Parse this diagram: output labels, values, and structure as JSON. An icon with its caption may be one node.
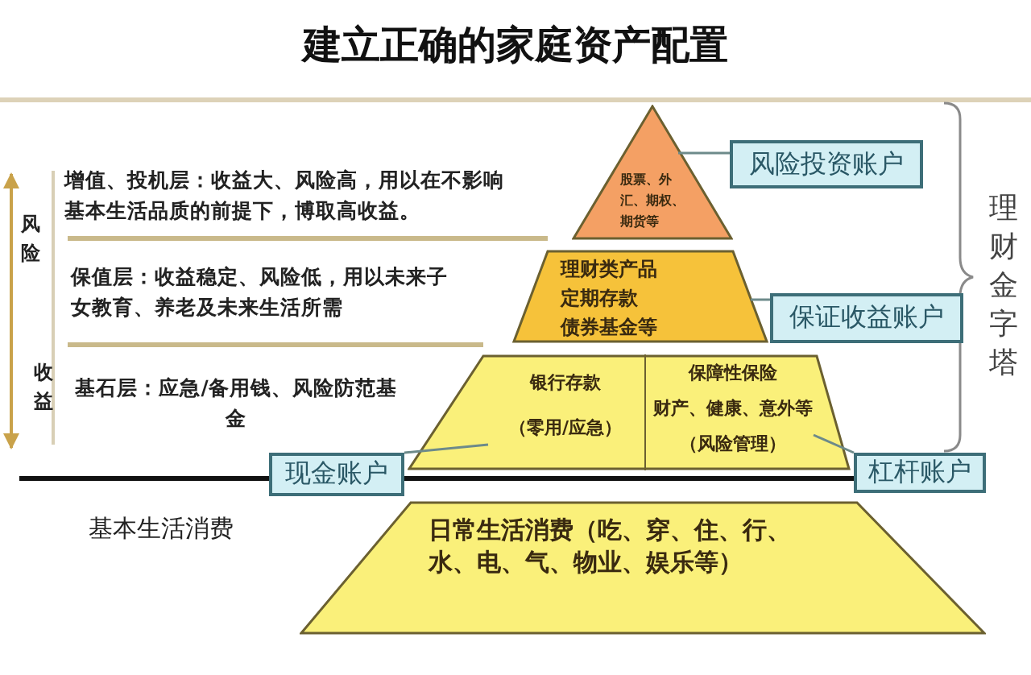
{
  "diagram": {
    "title": "建立正确的家庭资产配置",
    "nodes": [
      {
        "text": [
          "股票、外汇、期权、期货等"
        ]
      },
      {
        "text": [
          "理财类产品",
          "定期存款",
          "债券基金等"
        ]
      },
      {
        "text": [],
        "shape": "trapezoid"
      },
      {
        "text": [
          "银行存款",
          "（零用/应急）"
        ],
        "in": 2
      },
      {
        "text": [
          "保障性保险",
          "财产、健康、意外等",
          "（风险管理）"
        ],
        "in": 2
      },
      {
        "text": [
          "日常生活消费（吃、穿、住、行、水、电、气、物业、娱乐等）"
        ]
      },
      {
        "text": [
          "风险投资账户"
        ]
      },
      {
        "text": [
          "保证收益账户"
        ]
      },
      {
        "text": [
          "现金账户"
        ]
      },
      {
        "text": [
          "杠杆账户"
        ]
      }
    ],
    "edges": [
      {
        "from": 6,
        "to": 0,
        "arrow": "none"
      },
      {
        "from": 7,
        "to": 1,
        "arrow": "none"
      },
      {
        "from": 8,
        "to": 3,
        "arrow": "none"
      },
      {
        "from": 9,
        "to": 4,
        "arrow": "none"
      }
    ],
    "labels": [
      "增值、投机层：收益大、风险高，用以在不影响基本生活品质的前提下，博取高收益。",
      "风险",
      "保值层：收益稳定、风险低，用以未来子女教育、养老及未来生活所需",
      "收益",
      "基石层：应急/备用钱、风险防范基金",
      "理财金字塔",
      "基本生活消费"
    ]
  }
}
